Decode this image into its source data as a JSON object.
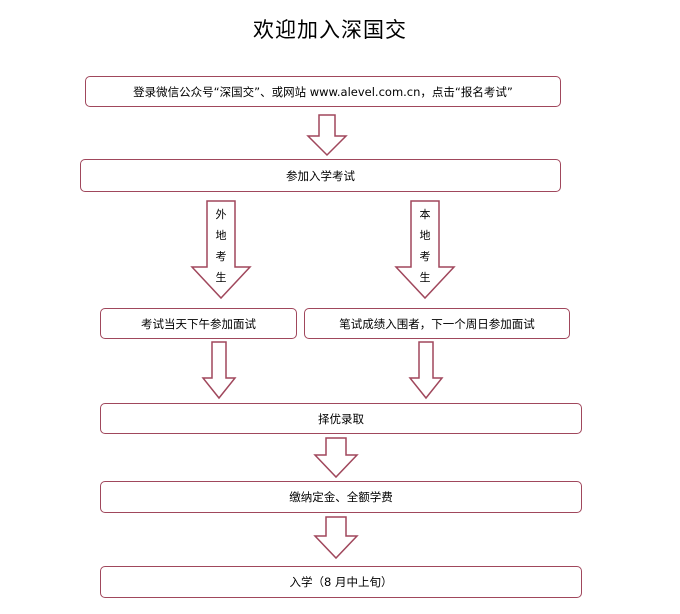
{
  "title": "欢迎加入深国交",
  "steps": {
    "register": "登录微信公众号“深国交”、或网站 www.alevel.com.cn，点击“报名考试”",
    "attend_exam": "参加入学考试",
    "out_of_town_interview": "考试当天下午参加面试",
    "local_interview": "笔试成绩入围者，下一个周日参加面试",
    "selection": "择优录取",
    "payment": "缴纳定金、全额学费",
    "enrollment": "入学（8 月中上旬）"
  },
  "branches": {
    "out_of_town": [
      "外",
      "地",
      "考",
      "生"
    ],
    "local": [
      "本",
      "地",
      "考",
      "生"
    ]
  },
  "colors": {
    "stroke": "#a0475c",
    "fill": "#ffffff"
  }
}
